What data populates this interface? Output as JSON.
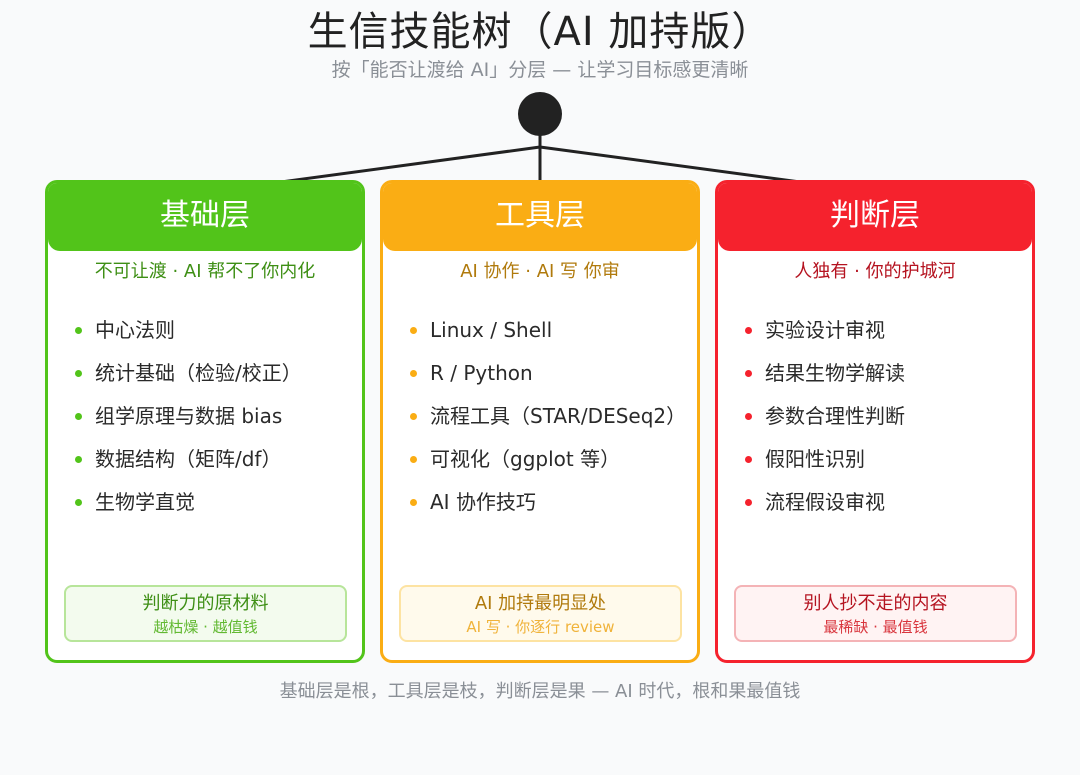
{
  "title": "生信技能树（AI 加持版）",
  "subtitle": "按「能否让渡给 AI」分层 — 让学习目标感更清晰",
  "colors": {
    "green": "#52c41a",
    "orange": "#faad14",
    "red": "#f5222d",
    "root": "#222222"
  },
  "layers": [
    {
      "name": "基础层",
      "tagline": "不可让渡 · AI 帮不了你内化",
      "items": [
        "中心法则",
        "统计基础（检验/校正）",
        "组学原理与数据 bias",
        "数据结构（矩阵/df）",
        "生物学直觉"
      ],
      "note_main": "判断力的原材料",
      "note_sub": "越枯燥 · 越值钱"
    },
    {
      "name": "工具层",
      "tagline": "AI 协作 · AI 写 你审",
      "items": [
        "Linux / Shell",
        "R / Python",
        "流程工具（STAR/DESeq2）",
        "可视化（ggplot 等）",
        "AI 协作技巧"
      ],
      "note_main": "AI 加持最明显处",
      "note_sub": "AI 写 · 你逐行 review"
    },
    {
      "name": "判断层",
      "tagline": "人独有 · 你的护城河",
      "items": [
        "实验设计审视",
        "结果生物学解读",
        "参数合理性判断",
        "假阳性识别",
        "流程假设审视"
      ],
      "note_main": "别人抄不走的内容",
      "note_sub": "最稀缺 · 最值钱"
    }
  ],
  "footer": "基础层是根，工具层是枝，判断层是果 — AI 时代，根和果最值钱"
}
